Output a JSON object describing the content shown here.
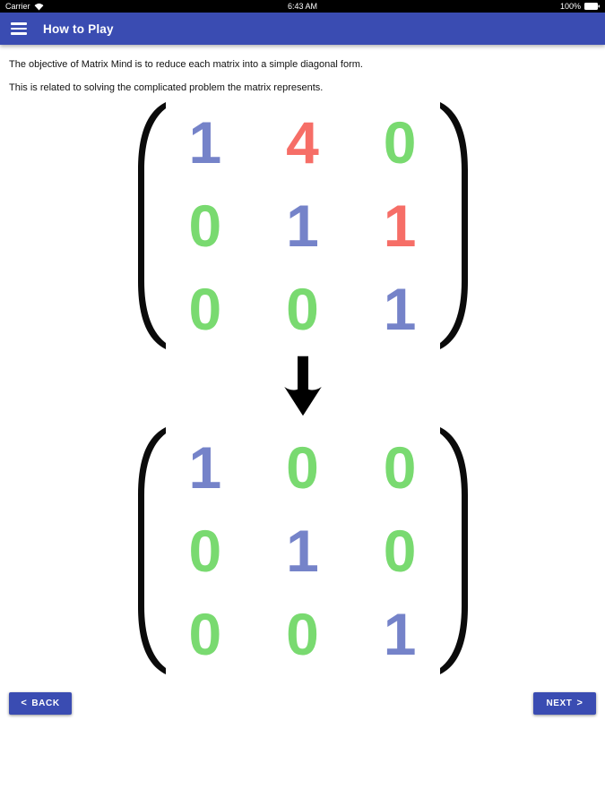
{
  "status_bar": {
    "carrier": "Carrier",
    "time": "6:43 AM",
    "battery": "100%"
  },
  "header": {
    "title": "How to Play"
  },
  "instructions": {
    "line1": "The objective of Matrix Mind is to reduce each matrix into a simple diagonal form.",
    "line2": "This is related to solving the complicated problem the matrix represents."
  },
  "colors": {
    "status_black": "#000000",
    "bar_blue": "#3A4CB2",
    "button_blue": "#3A4CB2",
    "digit_blue": "#7583C9",
    "digit_red": "#F66E67",
    "digit_green": "#79DA70",
    "bracket_black": "#0B0B0B",
    "arrow_black": "#000000"
  },
  "matrices": {
    "before": {
      "rows": [
        [
          {
            "value": "1",
            "color": "blue"
          },
          {
            "value": "4",
            "color": "red"
          },
          {
            "value": "0",
            "color": "green"
          }
        ],
        [
          {
            "value": "0",
            "color": "green"
          },
          {
            "value": "1",
            "color": "blue"
          },
          {
            "value": "1",
            "color": "red"
          }
        ],
        [
          {
            "value": "0",
            "color": "green"
          },
          {
            "value": "0",
            "color": "green"
          },
          {
            "value": "1",
            "color": "blue"
          }
        ]
      ]
    },
    "after": {
      "rows": [
        [
          {
            "value": "1",
            "color": "blue"
          },
          {
            "value": "0",
            "color": "green"
          },
          {
            "value": "0",
            "color": "green"
          }
        ],
        [
          {
            "value": "0",
            "color": "green"
          },
          {
            "value": "1",
            "color": "blue"
          },
          {
            "value": "0",
            "color": "green"
          }
        ],
        [
          {
            "value": "0",
            "color": "green"
          },
          {
            "value": "0",
            "color": "green"
          },
          {
            "value": "1",
            "color": "blue"
          }
        ]
      ]
    }
  },
  "footer": {
    "back_chevron": "<",
    "back_label": "BACK",
    "next_label": "NEXT",
    "next_chevron": ">"
  },
  "icons": {
    "menu_icon": "hamburger",
    "wifi_icon": "wifi-fan",
    "battery_icon": "battery-full",
    "down_arrow_icon": "solid-down-arrow"
  }
}
